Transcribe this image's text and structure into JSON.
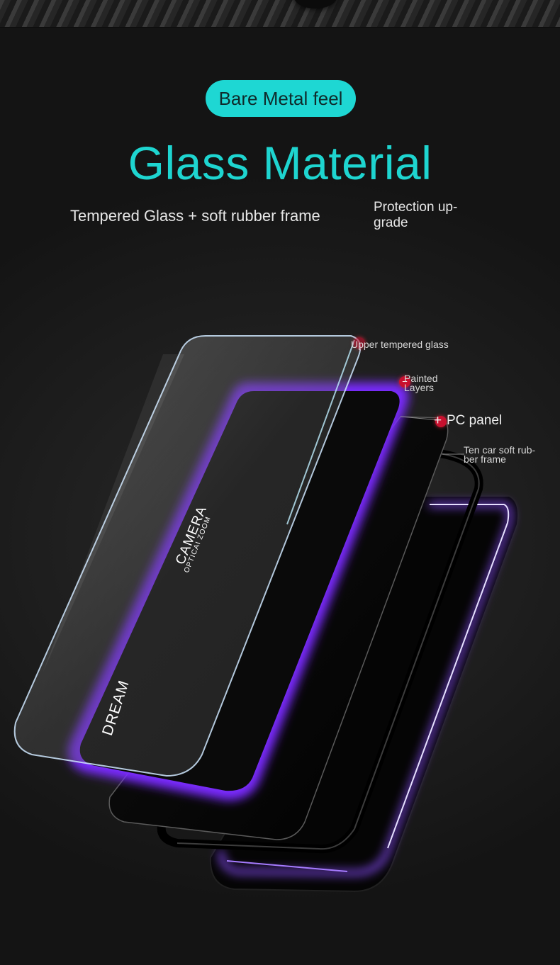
{
  "header": {
    "badge": "Bare Metal feel",
    "title": "Glass Material",
    "subtitle": "Tempered Glass + soft rubber frame",
    "note": "Protection up-grade"
  },
  "layers": {
    "upper_glass": "Upper tempered glass",
    "painted_layers": "Painted Layers",
    "pc_panel": "PC panel",
    "rubber_frame": "Ten car soft rub-ber frame",
    "plus_marker": "+",
    "minus_marker": "−"
  },
  "print": {
    "camera": "CAMERA",
    "optical_zoom": "OPTICAI ZOOM",
    "dream": "DREAM"
  },
  "colors": {
    "accent": "#1ed7d3",
    "glow": "#7b2cff",
    "marker": "#c8102e"
  }
}
